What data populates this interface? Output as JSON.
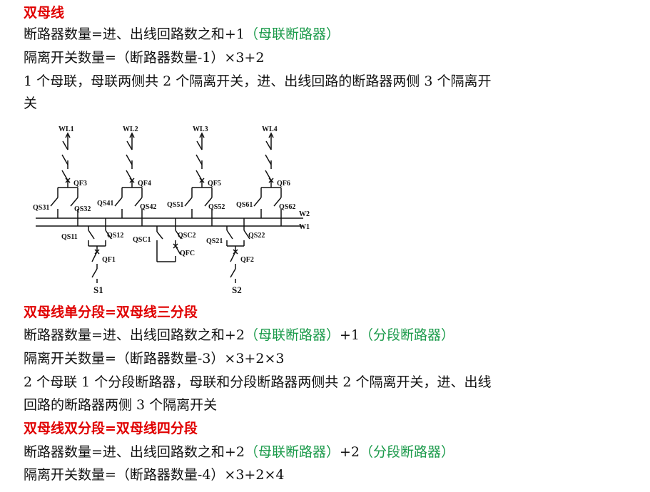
{
  "sec1": {
    "title": "双母线",
    "l1_a": "断路器数量=进、出线回路数之和+1",
    "l1_b": "（母联断路器）",
    "l2": "隔离开关数量=（断路器数量-1）×3+2",
    "l3": "1 个母联，母联两侧共 2 个隔离开关，进、出线回路的断路器两侧 3 个隔离开",
    "l4": "关"
  },
  "diagram": {
    "feeders": [
      "WL1",
      "WL2",
      "WL3",
      "WL4"
    ],
    "breakers_top": [
      "QF3",
      "QF4",
      "QF5",
      "QF6"
    ],
    "switches_top": [
      [
        "QS31",
        "QS32"
      ],
      [
        "QS41",
        "QS42"
      ],
      [
        "QS51",
        "QS52"
      ],
      [
        "QS61",
        "QS62"
      ]
    ],
    "buses": [
      "W2",
      "W1"
    ],
    "switches_bottom": [
      "QS11",
      "QS12",
      "QSC1",
      "QSC2",
      "QS21",
      "QS22"
    ],
    "breakers_bottom": [
      "QF1",
      "QFC",
      "QF2"
    ],
    "sources": [
      "S1",
      "S2"
    ]
  },
  "sec2": {
    "title": "双母线单分段=双母线三分段",
    "l1_a": "断路器数量=进、出线回路数之和+2",
    "l1_b": "（母联断路器）",
    "l1_c": "+1",
    "l1_d": "（分段断路器）",
    "l2": "隔离开关数量=（断路器数量-3）×3+2×3",
    "l3": "2 个母联 1 个分段断路器，母联和分段断路器两侧共 2 个隔离开关，进、出线",
    "l4": "回路的断路器两侧 3 个隔离开关"
  },
  "sec3": {
    "title": "双母线双分段=双母线四分段",
    "l1_a": "断路器数量=进、出线回路数之和+2",
    "l1_b": "（母联断路器）",
    "l1_c": "+2",
    "l1_d": "（分段断路器）",
    "l2": "隔离开关数量=（断路器数量-4）×3+2×4"
  }
}
